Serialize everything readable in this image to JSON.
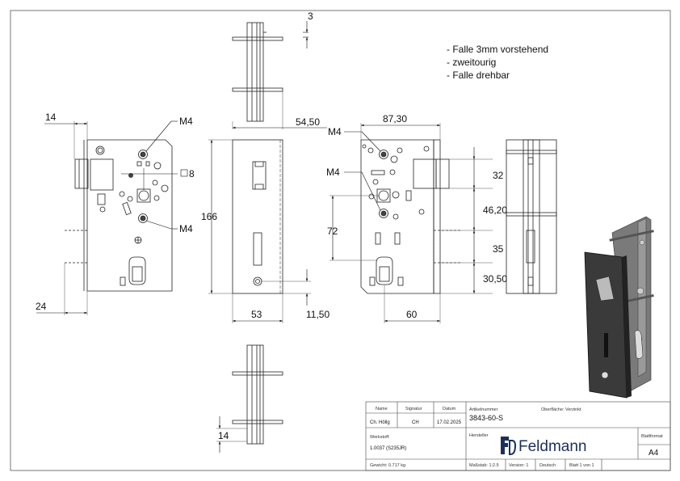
{
  "notes": [
    "- Falle 3mm vorstehend",
    "- zweitourig",
    "- Falle drehbar"
  ],
  "dims": {
    "top_flange": "3",
    "left_14": "14",
    "left_24": "24",
    "square_8": "8",
    "m4": "M4",
    "height_166": "166",
    "width_54_50": "54,50",
    "width_53": "53",
    "offset_11_50": "11,50",
    "width_87_30": "87,30",
    "d72": "72",
    "d32": "32",
    "d46_20": "46,20",
    "d35": "35",
    "d30_50": "30,50",
    "d60": "60",
    "bottom_14": "14"
  },
  "title_block": {
    "name_hdr": "Name",
    "sig_hdr": "Signatur",
    "date_hdr": "Datum",
    "name_val": "Ch. Höllg",
    "sig_val": "CH",
    "date_val": "17.02.2025",
    "article_lbl": "Artikelnummer",
    "article_val": "3843-60-S",
    "surface": "Oberfläche: Verzinkt",
    "material_lbl": "Werkstoff:",
    "material_val": "1.0037 (S235JR)",
    "maker_lbl": "Hersteller",
    "brand": "Feldmann",
    "format_lbl": "Blattformat",
    "format_val": "A4",
    "weight": "Gewicht: 0.717 kg",
    "scale": "Maßstab: 1:2.5",
    "version": "Version: 1",
    "language": "Deutsch",
    "sheet": "Blatt 1 von 1"
  }
}
